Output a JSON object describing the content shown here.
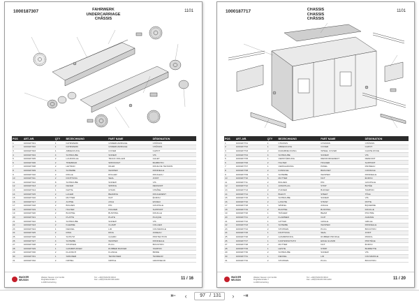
{
  "left_page": {
    "doc_no": "1000187307",
    "doc_ref": "1101",
    "title_lines": [
      "FAHRWERK",
      "UNDERCARRIAGE",
      "CHÂSSIS"
    ],
    "table_headers": [
      "POS",
      "ART.-NR.",
      "QTY",
      "BEZEICHNUNG",
      "PART NAME",
      "DÉSIGNATION"
    ],
    "rows": [
      [
        "1",
        "1000187301",
        "1",
        "FAHRWERK",
        "UNDERCARRIAGE",
        "CHÂSSIS"
      ],
      [
        "2",
        "1000187302",
        "1",
        "FAHRWERK",
        "UNDERCARRIAGE",
        "CHÂSSIS"
      ],
      [
        "3",
        "1000187303",
        "1",
        "ABDECKUNG",
        "COVER",
        "CAPOT"
      ],
      [
        "4",
        "1000187304",
        "4",
        "SCHRAUBE",
        "SCREW",
        "VIS"
      ],
      [
        "5",
        "1000187305",
        "2",
        "LAUFROLLE",
        "TRACK ROLLER",
        "GALET"
      ],
      [
        "6",
        "1000187306",
        "2",
        "TRIEBRAD",
        "SPROCKET",
        "BARBOTIN"
      ],
      [
        "7",
        "1000187308",
        "2",
        "LEITRAD",
        "IDLER",
        "ROUE DE TENSION"
      ],
      [
        "8",
        "1000187309",
        "4",
        "SCHEIBE",
        "WASHER",
        "RONDELLE"
      ],
      [
        "9",
        "1000187310",
        "2",
        "ROLLE",
        "ROLLER",
        "ROULEAU"
      ],
      [
        "10",
        "1000187311",
        "2",
        "DICHTUNG",
        "SEAL",
        "JOINT"
      ],
      [
        "11",
        "1000187312",
        "8",
        "SCHRAUBE",
        "SCREW",
        "VIS"
      ],
      [
        "12",
        "1000187313",
        "2",
        "FEDER",
        "SPRING",
        "RESSORT"
      ],
      [
        "13",
        "1000187314",
        "1",
        "KETTE",
        "CHAIN",
        "CHAÎNE"
      ],
      [
        "14",
        "1000187315",
        "2",
        "LAGER",
        "BEARING",
        "ROULEMENT"
      ],
      [
        "15",
        "1000187316",
        "4",
        "MUTTER",
        "NUT",
        "ÉCROU"
      ],
      [
        "16",
        "1000187317",
        "2",
        "ACHSE",
        "AXLE",
        "ESSIEU"
      ],
      [
        "17",
        "1000187318",
        "2",
        "BOLZEN",
        "PIN",
        "GOUPILLE"
      ],
      [
        "18",
        "1000187319",
        "1",
        "HALTER",
        "HOLDER",
        "SUPPORT"
      ],
      [
        "19",
        "1000187320",
        "2",
        "BUCHSE",
        "BUSHING",
        "DOUILLE"
      ],
      [
        "20",
        "1000187321",
        "1",
        "PLATTE",
        "PLATE",
        "PLAQUE"
      ],
      [
        "21",
        "1000187322",
        "4",
        "SCHRAUBE",
        "SCREW",
        "VIS"
      ],
      [
        "22",
        "1000187323",
        "2",
        "KLEMME",
        "CLAMP",
        "COLLIER"
      ],
      [
        "23",
        "1000187324",
        "1",
        "DECKEL",
        "LID",
        "COUVERCLE"
      ],
      [
        "24",
        "1000187325",
        "2",
        "RING",
        "RING",
        "ANNEAU"
      ],
      [
        "25",
        "1000187326",
        "1",
        "SCHUTZ",
        "GUARD",
        "PROTECTION"
      ],
      [
        "26",
        "1000187327",
        "4",
        "SCHEIBE",
        "WASHER",
        "RONDELLE"
      ],
      [
        "27",
        "1000187328",
        "2",
        "STOPFEN",
        "PLUG",
        "BOUCHON"
      ],
      [
        "28",
        "1000187329",
        "1",
        "GUMMIPUFFER",
        "RUBBER BUFFER",
        "TAMPON"
      ],
      [
        "29",
        "1000187330",
        "2",
        "FLANSCH",
        "FLANGE",
        "BRIDE"
      ],
      [
        "30",
        "1000187331",
        "1",
        "SPANNER",
        "TENSIONER",
        "TENDEUR"
      ],
      [
        "31",
        "1000187332",
        "2",
        "NIPPEL",
        "NIPPLE",
        "GRAISSEUR"
      ]
    ],
    "footer_logo": [
      "WACKER",
      "NEUSON"
    ],
    "footer_address": [
      "Wacker Neuson Linz GmbH",
      "Flughafenstraße 7",
      "A-4063 Hörsching"
    ],
    "footer_contact": [
      "Tel.: +43(0)7221/63 000-0",
      "Fax: +43(0)7221/63 000-2200"
    ],
    "page_number": "11 / 16"
  },
  "right_page": {
    "doc_no": "1000187717",
    "doc_ref": "1101",
    "title_lines": [
      "CHASSIS",
      "CHASSIS",
      "CHÂSSIS"
    ],
    "table_headers": [
      "POS",
      "ART.-NR.",
      "QTY",
      "BEZEICHNUNG",
      "PART NAME",
      "DÉSIGNATION"
    ],
    "rows": [
      [
        "1",
        "1000187701",
        "1",
        "CHASSIS",
        "CHASSIS",
        "CHÂSSIS"
      ],
      [
        "2",
        "1000187702",
        "1",
        "ABDECKUNG",
        "COVER",
        "CAPOT"
      ],
      [
        "3",
        "1000187703",
        "2",
        "RADABDECKUNG",
        "WHEEL COVER",
        "CACHE ROUE"
      ],
      [
        "4",
        "1000187704",
        "4",
        "SCHRAUBE",
        "SCREW",
        "VIS"
      ],
      [
        "5",
        "1000187705",
        "1",
        "VERSTÄRKUNG",
        "REINFORCEMENT",
        "RENFORT"
      ],
      [
        "6",
        "1000187706",
        "2",
        "HALTER",
        "HOLDER",
        "SUPPORT"
      ],
      [
        "7",
        "1000187707",
        "1",
        "VERKLEIDUNG",
        "PANEL",
        "PANNEAU"
      ],
      [
        "8",
        "1000187708",
        "2",
        "KONSOLE",
        "BRACKET",
        "CONSOLE"
      ],
      [
        "9",
        "1000187709",
        "4",
        "SCHEIBE",
        "WASHER",
        "RONDELLE"
      ],
      [
        "10",
        "1000187710",
        "6",
        "MUTTER",
        "NUT",
        "ÉCROU"
      ],
      [
        "11",
        "1000187711",
        "2",
        "BOLZEN",
        "PIN",
        "GOUPILLE"
      ],
      [
        "12",
        "1000187712",
        "1",
        "ANSCHLAG",
        "STOP",
        "BUTÉE"
      ],
      [
        "13",
        "1000187713",
        "2",
        "PUFFER",
        "BUFFER",
        "TAMPON"
      ],
      [
        "14",
        "1000187714",
        "1",
        "BLECH",
        "SHEET",
        "TÔLE"
      ],
      [
        "15",
        "1000187715",
        "4",
        "SCHRAUBE",
        "SCREW",
        "VIS"
      ],
      [
        "16",
        "1000187716",
        "2",
        "LASCHE",
        "STRAP",
        "PATTE"
      ],
      [
        "17",
        "1000187718",
        "1",
        "WINKEL",
        "ANGLE",
        "ÉQUERRE"
      ],
      [
        "18",
        "1000187719",
        "2",
        "BUCHSE",
        "BUSHING",
        "DOUILLE"
      ],
      [
        "19",
        "1000187720",
        "1",
        "TRÄGER",
        "BEAM",
        "POUTRE"
      ],
      [
        "20",
        "1000187721",
        "2",
        "KLAMMER",
        "CLIP",
        "AGRAFE"
      ],
      [
        "21",
        "1000187722",
        "1",
        "GITTER",
        "GRILLE",
        "GRILLE"
      ],
      [
        "22",
        "1000187723",
        "4",
        "SCHEIBE",
        "WASHER",
        "RONDELLE"
      ],
      [
        "23",
        "1000187724",
        "2",
        "STOPFEN",
        "PLUG",
        "BOUCHON"
      ],
      [
        "24",
        "1000187725",
        "1",
        "DICHTUNG",
        "SEAL",
        "JOINT"
      ],
      [
        "25",
        "1000187726",
        "2",
        "GUMMIPROFIL",
        "RUBBER PROFILE",
        "PROFIL"
      ],
      [
        "26",
        "1000187727",
        "1",
        "KANTENSCHUTZ",
        "EDGE GUARD",
        "PROTÈGE"
      ],
      [
        "27",
        "1000187728",
        "2",
        "MUTTER",
        "NUT",
        "ÉCROU"
      ],
      [
        "28",
        "1000187729",
        "1",
        "LEISTE",
        "STRIP",
        "BARRETTE"
      ],
      [
        "29",
        "1000187730",
        "2",
        "SCHRAUBE",
        "SCREW",
        "VIS"
      ],
      [
        "30",
        "1000187731",
        "1",
        "DECKEL",
        "LID",
        "COUVERCLE"
      ],
      [
        "31",
        "1000187732",
        "2",
        "STOPFEN",
        "PLUG",
        "BOUCHON"
      ]
    ],
    "footer_logo": [
      "WACKER",
      "NEUSON"
    ],
    "footer_address": [
      "Wacker Neuson Linz GmbH",
      "Flughafenstraße 7",
      "A-4063 Hörsching"
    ],
    "footer_contact": [
      "Tel.: +43(0)7221/63 000-0",
      "Fax: +43(0)7221/63 000-2200"
    ],
    "page_number": "11 / 20"
  },
  "navbar": {
    "current_page": "97",
    "total_pages": "131",
    "separator": "/"
  },
  "colors": {
    "table_header_bg": "#2b2b2b",
    "brand_red": "#c41e2a"
  },
  "icons": {
    "first": "first-page-icon",
    "prev": "prev-page-icon",
    "next": "next-page-icon",
    "last": "last-page-icon"
  }
}
